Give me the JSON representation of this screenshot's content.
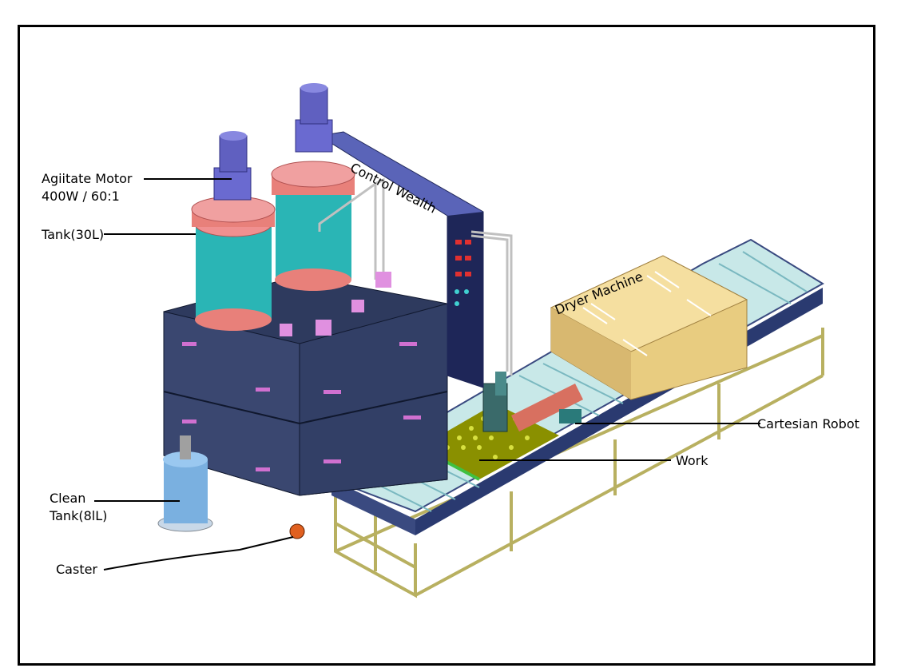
{
  "labels": {
    "agitate_motor_line1": "Agiitate  Motor",
    "agitate_motor_line2": "400W  / 60:1",
    "tank": "Tank(30L)",
    "clean_tank_line1": "Clean",
    "clean_tank_line2": "Tank(8lL)",
    "caster": "Caster",
    "control_wealth": "Control Wealth",
    "dryer_machine": "Dryer Machine",
    "cartesian_robot": "Cartesian Robot",
    "work": "Work"
  },
  "colors": {
    "cabinet": "#2e3a5e",
    "cabinet_front": "#3a4770",
    "panel": "#5a64b8",
    "tank_body": "#2ab5b5",
    "tank_lid": "#e8807a",
    "motor": "#6a6ad0",
    "dryer": "#f0d890",
    "frame": "#b8b060",
    "rail": "#3a4a80",
    "rollers": "#a8d8d8",
    "work_tray": "#9aa000",
    "clean_tank": "#7ab0e0"
  }
}
